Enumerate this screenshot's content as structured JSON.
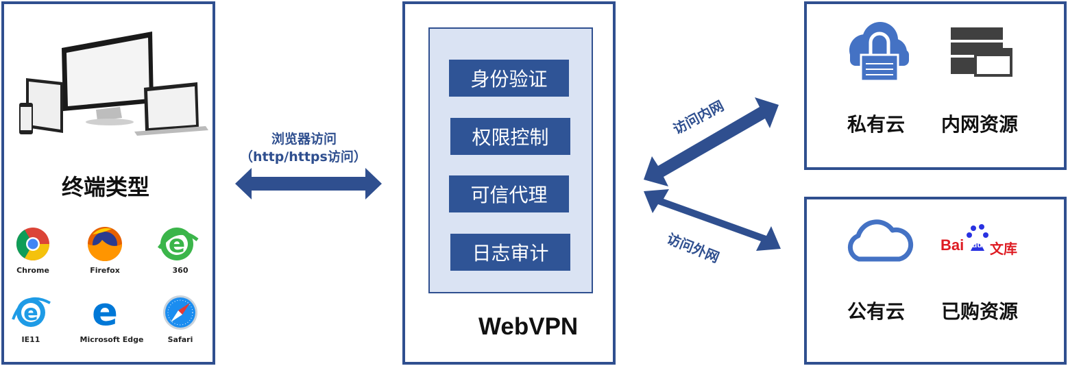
{
  "terminals": {
    "title": "终端类型",
    "browsers": [
      {
        "label": "Chrome",
        "icon": "chrome-icon"
      },
      {
        "label": "Firefox",
        "icon": "firefox-icon"
      },
      {
        "label": "360",
        "icon": "360-browser-icon"
      },
      {
        "label": "IE11",
        "icon": "ie11-icon"
      },
      {
        "label": "Microsoft Edge",
        "icon": "edge-icon"
      },
      {
        "label": "Safari",
        "icon": "safari-icon"
      }
    ]
  },
  "browser_access": {
    "line1": "浏览器访问",
    "line2": "（http/https访问）"
  },
  "webvpn": {
    "title": "WebVPN",
    "features": [
      "身份验证",
      "权限控制",
      "可信代理",
      "日志审计"
    ]
  },
  "arrows": {
    "internal": "访问内网",
    "external": "访问外网"
  },
  "private_panel": {
    "items": [
      {
        "label": "私有云",
        "icon": "private-cloud-lock-icon"
      },
      {
        "label": "内网资源",
        "icon": "server-window-icon"
      }
    ]
  },
  "public_panel": {
    "items": [
      {
        "label": "公有云",
        "icon": "cloud-outline-icon"
      },
      {
        "label": "已购资源",
        "icon": "baidu-wenku-logo"
      }
    ],
    "logo_text": {
      "bai": "Bai",
      "du": "du",
      "wenku": "文库"
    }
  },
  "colors": {
    "border": "#2f4f8f",
    "feature_bg": "#2f5496",
    "panel_bg": "#dae3f3",
    "icon_blue": "#4472c4",
    "baidu_red": "#de1b22"
  }
}
